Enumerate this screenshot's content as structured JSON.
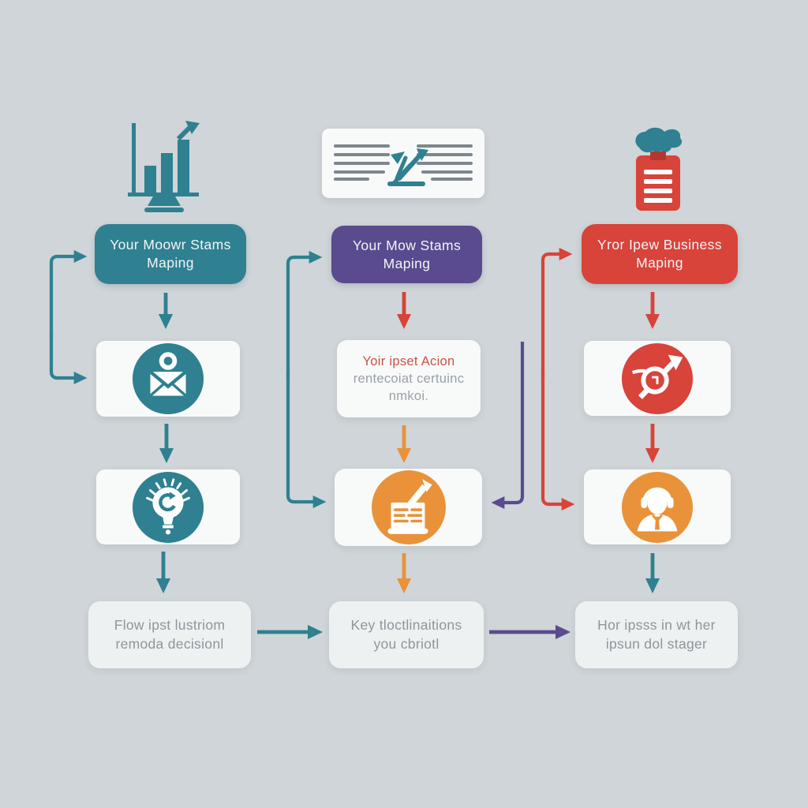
{
  "palette": {
    "background": "#cfd5d8",
    "teal": "#2f8090",
    "purple": "#5a4a8e",
    "red": "#d8433a",
    "orange": "#e9923a",
    "card": "#f8fafa",
    "light_card": "#edf1f2",
    "muted_text": "#8d969b",
    "line_gray": "#7e878c"
  },
  "columns": [
    {
      "top_icon": "bar-chart-growth-icon",
      "header": {
        "label": "Your Moowr Stams Maping",
        "color": "teal"
      },
      "step2": {
        "type": "icon",
        "icon": "envelope-contact-icon",
        "circle_color": "teal"
      },
      "step3": {
        "type": "icon",
        "icon": "lightbulb-idea-icon",
        "circle_color": "teal"
      },
      "step4": {
        "text": "Flow ipst lustriom remoda decisionl"
      }
    },
    {
      "top_icon": "document-pen-card-icon",
      "header": {
        "label": "Your Mow Stams Maping",
        "color": "purple"
      },
      "step2": {
        "type": "text",
        "line1": "Yoir ipset Acion",
        "line2": "rentecoiat certuinc",
        "line3": "nmkoi."
      },
      "step3": {
        "type": "icon",
        "icon": "note-pencil-icon",
        "circle_color": "orange"
      },
      "step4": {
        "text": "Key tloctlinaitions you cbriotl"
      }
    },
    {
      "top_icon": "clipboard-report-icon",
      "header": {
        "label": "Yror Ipew Business Maping",
        "color": "red"
      },
      "step2": {
        "type": "icon",
        "icon": "target-arrow-icon",
        "circle_color": "red"
      },
      "step3": {
        "type": "icon",
        "icon": "support-agent-icon",
        "circle_color": "orange"
      },
      "step4": {
        "text": "Hor ipsss in wt her ipsun dol stager"
      }
    }
  ],
  "arrows": {
    "left_bracket_color": "teal",
    "mid_bracket_color": "teal",
    "right_bracket_color": "red",
    "cross_elbow_color": "purple",
    "bottom_left_color": "teal",
    "bottom_right_color": "purple"
  }
}
